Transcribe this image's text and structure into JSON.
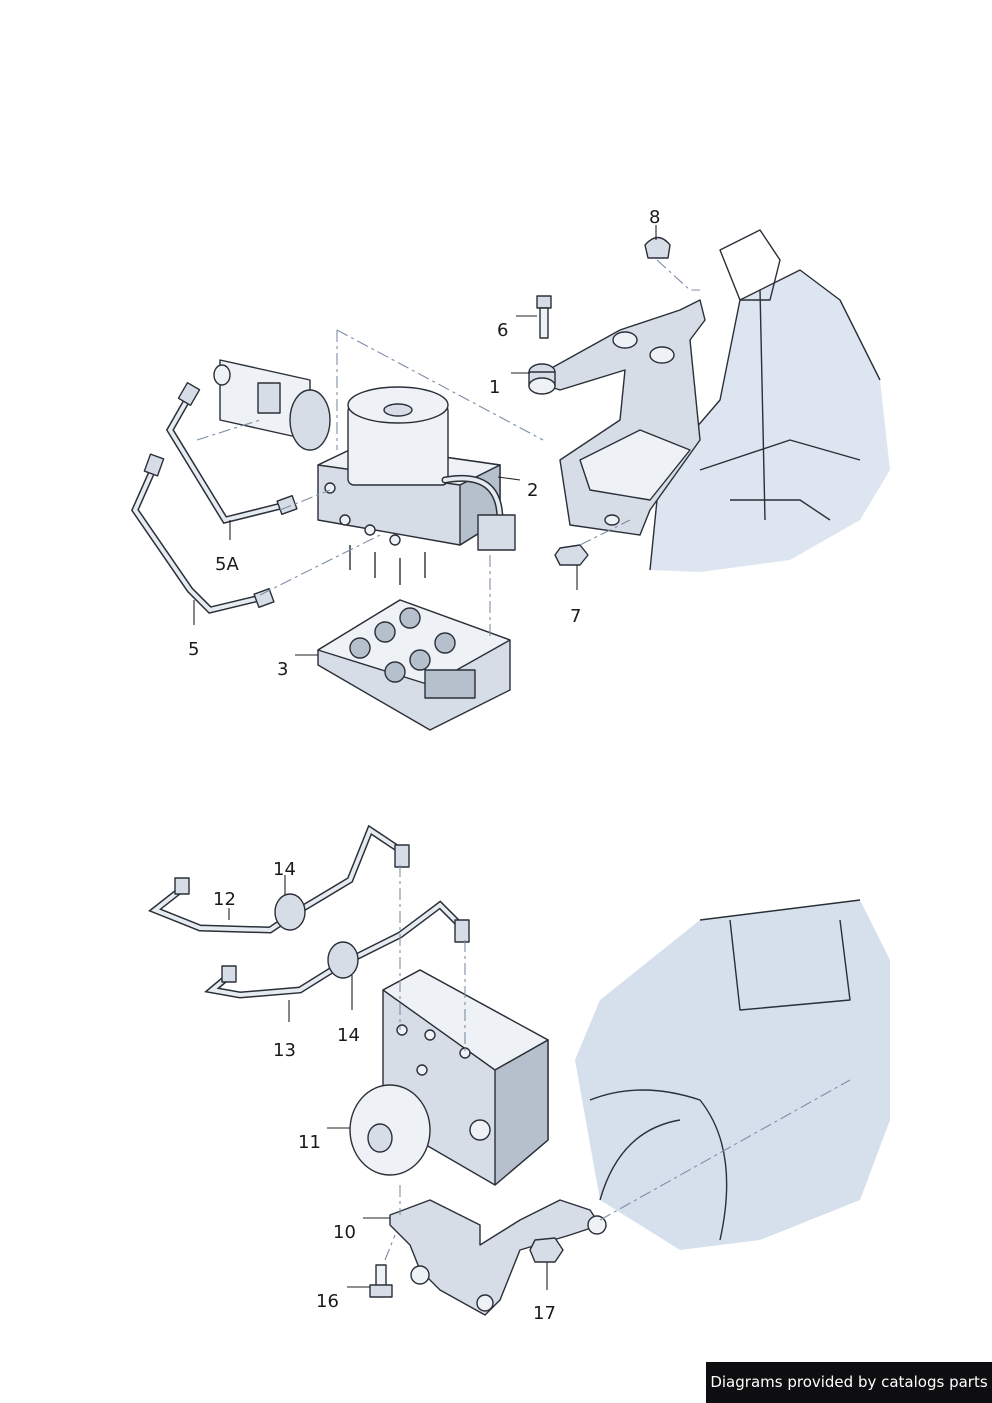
{
  "callouts": {
    "c1": "1",
    "c2": "2",
    "c3": "3",
    "c5": "5",
    "c5a": "5A",
    "c6": "6",
    "c7": "7",
    "c8": "8",
    "c10": "10",
    "c11": "11",
    "c12": "12",
    "c13": "13",
    "c14a": "14",
    "c14b": "14",
    "c16": "16",
    "c17": "17"
  },
  "footer": {
    "credit": "Diagrams provided by catalogs parts"
  },
  "colors": {
    "ink": "#2a2f38",
    "shade_blue": "#c7d5e6",
    "footer_bg": "#0e0e10"
  }
}
